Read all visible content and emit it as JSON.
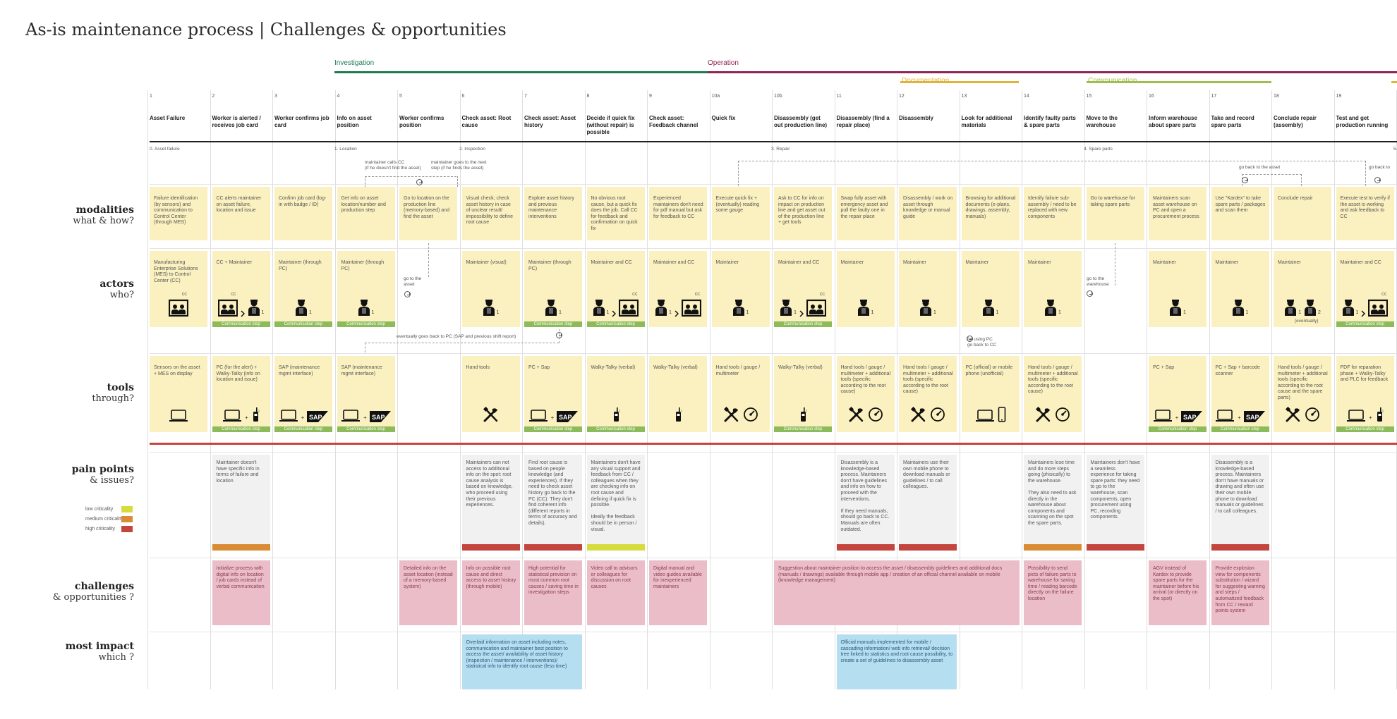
{
  "title": "As-is maintenance process | Challenges & opportunities",
  "colors": {
    "investigation": "#1f7a52",
    "operation": "#8e2552",
    "documentation": "#e0b43c",
    "communication": "#9fbe4c",
    "low_criticality": "#d6dc3e",
    "medium_criticality": "#d98c34",
    "high_criticality": "#c4453e",
    "communication_badge": "#8dbb5a",
    "cell_yellow": "#fbf1c0",
    "cell_pink": "#ebbdc9",
    "cell_blue": "#b5def1"
  },
  "phases": [
    {
      "label": "Investigation",
      "color": "#1f7a52"
    },
    {
      "label": "Operation",
      "color": "#8e2552"
    },
    {
      "label": "Documentation",
      "color": "#e0b43c"
    },
    {
      "label": "Communication",
      "color": "#9fbe4c"
    }
  ],
  "stage_labels": [
    "0. Asset failure",
    "1. Location",
    "2. Inspection",
    "3. Repair",
    "4. Spare parts",
    "5."
  ],
  "steps": [
    {
      "num": "1",
      "name": "Asset Failure"
    },
    {
      "num": "2",
      "name": "Worker is alerted / receives job card"
    },
    {
      "num": "3",
      "name": "Worker confirms job card"
    },
    {
      "num": "4",
      "name": "Info on asset position"
    },
    {
      "num": "5",
      "name": "Worker confirms position"
    },
    {
      "num": "6",
      "name": "Check asset: Root cause"
    },
    {
      "num": "7",
      "name": "Check asset: Asset history"
    },
    {
      "num": "8",
      "name": "Decide if quick fix (without repair) is possible"
    },
    {
      "num": "9",
      "name": "Check asset: Feedback channel"
    },
    {
      "num": "10a",
      "name": "Quick fix"
    },
    {
      "num": "10b",
      "name": "Disassembly (get out production line)"
    },
    {
      "num": "11",
      "name": "Disassembly (find a repair place)"
    },
    {
      "num": "12",
      "name": "Disassembly"
    },
    {
      "num": "13",
      "name": "Look for additional materials"
    },
    {
      "num": "14",
      "name": "Identify faulty parts & spare parts"
    },
    {
      "num": "15",
      "name": "Move to the warehouse"
    },
    {
      "num": "16",
      "name": "Inform warehouse about spare parts"
    },
    {
      "num": "17",
      "name": "Take and record spare parts"
    },
    {
      "num": "18",
      "name": "Conclude repair (assembly)"
    },
    {
      "num": "19",
      "name": "Test and get production running"
    }
  ],
  "row_labels": {
    "modalities": {
      "title": "modalities",
      "sub": "what & how?"
    },
    "actors": {
      "title": "actors",
      "sub": "who?"
    },
    "tools": {
      "title": "tools",
      "sub": "through?"
    },
    "pain": {
      "title": "pain points",
      "sub": "& issues?"
    },
    "challenges": {
      "title": "challenges",
      "sub": "& opportunities ?"
    },
    "impact": {
      "title": "most impact",
      "sub": "which ?"
    }
  },
  "legend": {
    "low": "low criticality",
    "medium": "medium criticality",
    "high": "high criticality"
  },
  "communication_step": "Communication step",
  "modalities": [
    "Failure identification (by sensors) and communication to Control Center (through MES)",
    "CC alerts maintainer on asset failure, location and issue",
    "Confirm job card (log-in with badge / ID)",
    "Get info on asset location/number and production step",
    "Go to location on the production line (memory-based) and find the asset",
    "Visual check; check asset history in case of unclear result/ impossibility to define root cause",
    "Explore asset history and previous maintenance interventions",
    "No obvious root cause, but a quick fix does the job. Call CC for feedback and confirmation on quick fix",
    "Experienced maintainers don't need for pdf manual but ask for feedback to CC",
    "Execute quick fix + (eventually) reading some gauge",
    "Ask to CC for info on impact on production line and get asset out of the production line + get tools",
    "Swap fully asset with emergency asset and pull the faulty one in the repair place",
    "Disassembly / work on asset through knowledge or manual guide",
    "Browsing for additional documents (e-plans, drawings, assembly, manuals)",
    "Identify failure sub-assembly / need to be replaced with new components",
    "Go to warehouse for taking spare parts",
    "Maintainers scan asset warehouse on PC and open a procurement process",
    "Use \"Kardex\" to take spare parts / packages and scan them",
    "Conclude repair",
    "Execute test to verify if the asset is working and ask feedback to CC"
  ],
  "actors": [
    "Manufacturing Enterprise Solutions (MES) to Control Center (CC)",
    "CC + Maintainer",
    "Maintainer (through PC)",
    "Maintainer (through PC)",
    "",
    "Maintainer (visual)",
    "Maintainer (through PC)",
    "Maintainer and CC",
    "Maintainer and CC",
    "Maintainer",
    "Maintainer and CC",
    "Maintainer",
    "Maintainer",
    "Maintainer",
    "Maintainer",
    "",
    "Maintainer",
    "Maintainer",
    "Maintainer",
    "Maintainer and CC"
  ],
  "tools": [
    "Sensors on the asset + MES on display",
    "PC (for the alert) + Walky-Talky (info on location and issue)",
    "SAP (maintenance mgmt interface)",
    "SAP (maintenance mgmt interface)",
    "",
    "Hand tools",
    "PC + Sap",
    "Walky-Talky (verbal)",
    "Walky-Talky (verbal)",
    "Hand tools / gauge / multimeter",
    "Walky-Talky (verbal)",
    "Hand tools / gauge / multimeter + additional tools (specific according to the root cause)",
    "Hand tools / gauge / multimeter + additional tools (specific according to the root cause)",
    "PC (official) or mobile phone (unofficial)",
    "Hand tools / gauge / multimeter + additional tools (specific according to the root cause)",
    "",
    "PC + Sap",
    "PC + Sap + barcode scanner",
    "Hand tools / gauge / multimeter + additional tools (specific according to the root cause and the spare parts)",
    "PDF for reparation phase + Walky-Talky and PLC for feedback"
  ],
  "pain_points": {
    "2": "Maintainer doesn't have specific info in terms of failure and location",
    "6": "Maintainers can not access to additional info on the spot: root cause analysis is based on knowledge, who proceed using their previous experiences.",
    "7": "Find root cause is based on people knowledge (and experiences). If they need to check asset history go back to the PC (CC). They don't find coherent info (different reports in terms of accuracy and details).",
    "8": "Maintainers don't have any visual support and feedback from CC / colleagues when they are checking info on root cause and defining if quick fix is possible.\n\nIdeally the feedback should be in person / visual.",
    "12": "Disassembly is a knowledge-based process. Maintainers don't have guidelines and info on how to proceed with the interventions.\n\nIf they need manuals, should go back to CC. Manuals are often outdated.",
    "13": "Maintainers use their own mobile phone to download manuals or guidelines / to call colleagues.",
    "15": "Maintainers lose time and do more steps going (phisically) to the warehouse.\n\nThey also need to ask directly in the warehouse about components and scanning on the spot the spare parts.",
    "16": "Maintainers don't have a seamless experience for taking spare parts: they need to go to the warehouse, scan components, open procurement using PC, recording components.",
    "18": "Disassembly is a knowledge-based process. Maintainers don't have manuals or drawing and often use their own mobile phone to download manuals or guidelines / to call colleagues."
  },
  "challenges": {
    "2": "Initialize process with digital info on location / job cards instead of verbal communication",
    "5": "Detailed info on the asset location (instead of a memory-based system)",
    "6": "Info on possible root cause and direct access to asset history (through mobile)",
    "7": "High potential for statistical prevision on most common root causes / saving time in investigation steps",
    "8": "Video call to advisors or colleagues for discussion on root causes",
    "9": "Digital manual and video guides available for inexperienced maintainers",
    "11": "Suggestion about maintainer position to access the asset / disassembly guidelines and additional docs (manuals / drawings) available through mobile app / creation of an official channel available on mobile (knowledge management)",
    "15": "Possibility to send picts of failure parts to warehouse for saving time / reading barcode directly on the failure location",
    "17": "AGV instead of Kardex to provide spare parts for the maintainer before his arrival (or directly on the spot)",
    "18": "Provide explosion view for components substitution / wizard for suggesting warning and steps / automatized feedback from CC / reward points system"
  },
  "impacts": {
    "6": "Overlaid information on asset including notes, communication and maintainer best position to access the asset/ availability of asset history (inspection / maintenance / interventions)/ statistical info to identify root cause (less time)",
    "12": "Official manuals implemented for mobile / cascading information/ web info retrieval/ decision tree linked to statistics and root cause possibility, to create a set of guidelines to disassembly asset"
  },
  "annotations": {
    "calls_cc": "maintainer calls CC\n(if he doesn't find the asset)",
    "next_step": "maintainer goes to the next\nstep (if he finds the asset)",
    "go_asset": "go to the\nasset",
    "back_pc": "eventually goes back to PC (SAP and previous shift report)",
    "go_warehouse": "go to the\nwarehouse",
    "back_asset": "go back to the asset",
    "back_to": "go back to",
    "using_pc": "for using PC\ngo back to CC",
    "eventually": "(eventually)",
    "sub_one": "1",
    "sub_two": "2",
    "cc_tag": "CC",
    "sap": "SAP",
    "plus": "+"
  }
}
